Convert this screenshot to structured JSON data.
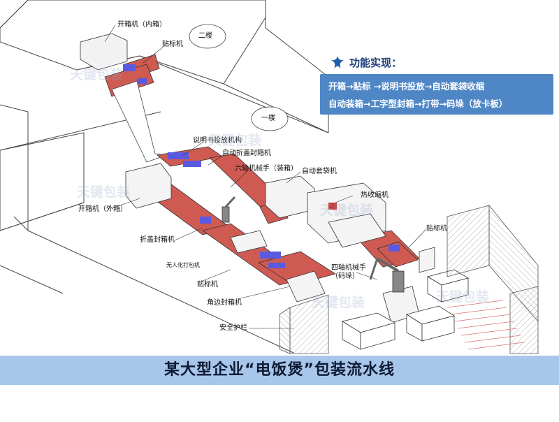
{
  "colors": {
    "conveyor": "#cf5a52",
    "line": "#3a3a3a",
    "accent_blue": "#4f86c6",
    "banner": "#a8c6ea",
    "product": "#5a5ae0",
    "star": "#1f5fb0"
  },
  "floors": {
    "second": "二楼",
    "first": "一楼"
  },
  "labels": {
    "case_erector_inner": "开箱机（内箱）",
    "labeler_top": "贴标机",
    "manual_insert": "说明书投放机构",
    "auto_fold_sealer": "自动折盖封箱机",
    "six_axis_robot": "六轴机械手（装箱）",
    "auto_bagger": "自动套袋机",
    "heat_shrink": "热收缩机",
    "case_erector_outer": "开箱机（外箱）",
    "fold_sealer": "折盖封箱机",
    "unmanned_strapper": "无人化打包机",
    "labeler_mid": "贴标机",
    "corner_sealer": "角边封箱机",
    "safety_fence": "安全护栏",
    "four_axis_robot": "四轴机械手\n（码垛）",
    "labeler_right": "贴标机"
  },
  "panel": {
    "icon": "star-icon",
    "title": "功能实现：",
    "flow_line_1": "开箱→贴标 →说明书投放→自动套袋收缩",
    "flow_line_2": "自动装箱→工字型封箱→打带→码垛（放卡板）"
  },
  "banner": {
    "title": "某大型企业“电饭煲”包装流水线"
  },
  "watermark": "天键包装"
}
